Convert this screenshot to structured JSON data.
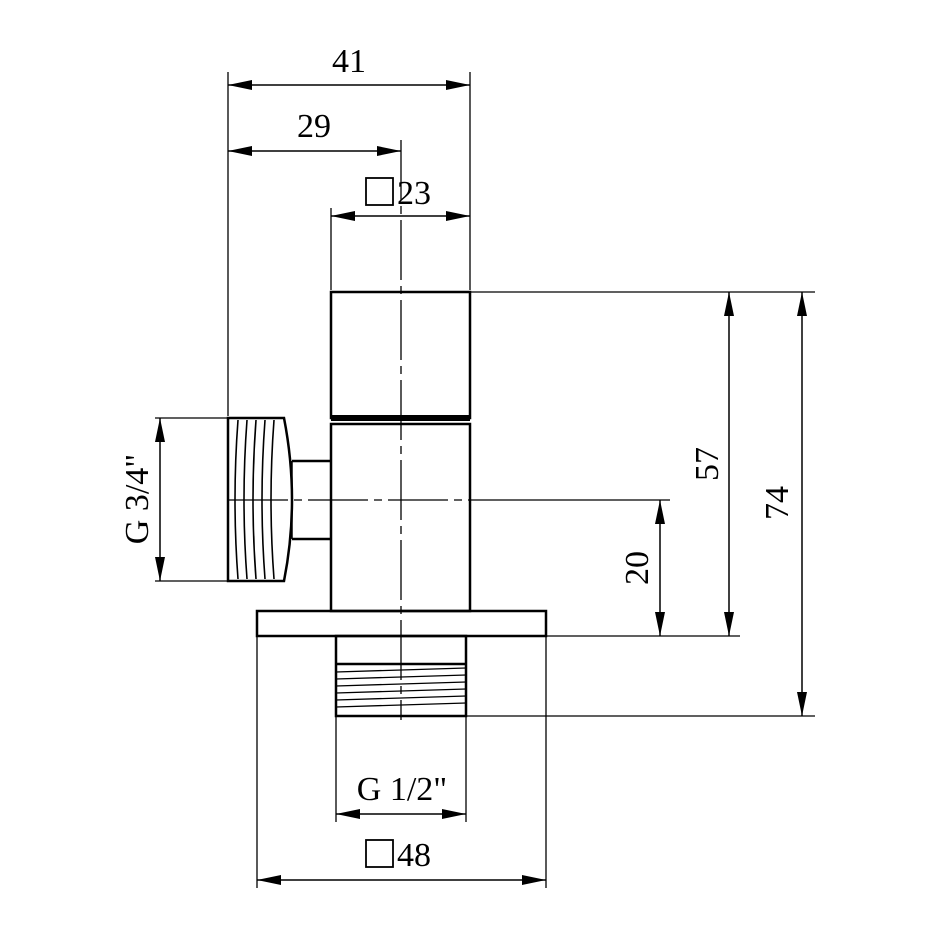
{
  "dimensions": {
    "overall_width": "41",
    "side_outlet_to_axis": "29",
    "handle_square": "23",
    "flange_square": "48",
    "side_thread": "G 3/4\"",
    "bottom_thread": "G 1/2\"",
    "height_to_flange": "57",
    "overall_height": "74",
    "axis_to_flange": "20"
  },
  "colors": {
    "line": "#000000",
    "background": "#ffffff"
  }
}
